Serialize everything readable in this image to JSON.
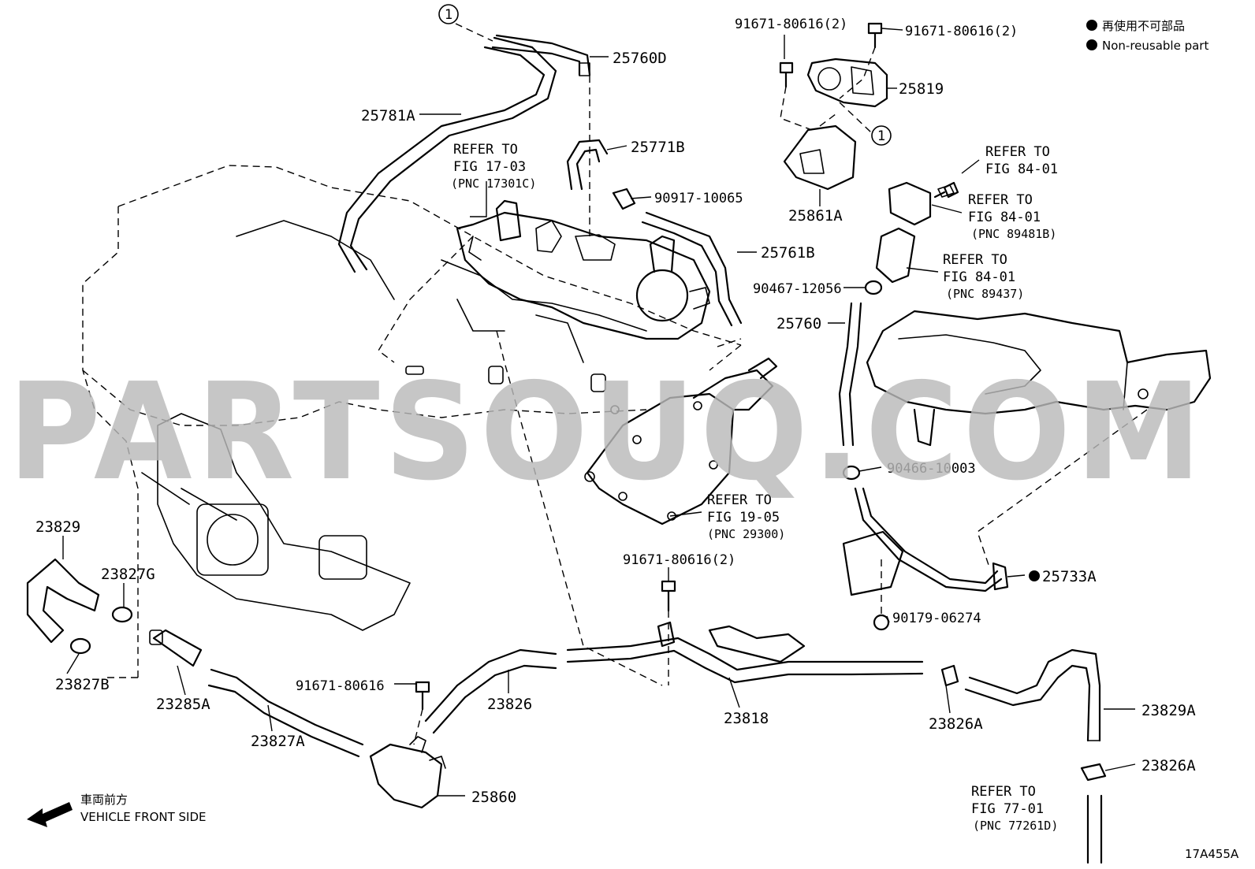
{
  "watermark": "PARTSOUQ.COM",
  "diagram_code": "17A455A",
  "legend": {
    "non_reusable_ja": "再使用不可部品",
    "non_reusable_en": "Non-reusable part"
  },
  "front": {
    "ja": "車両前方",
    "en": "VEHICLE FRONT SIDE"
  },
  "callout_circle": "1",
  "parts": {
    "p25760D": "25760D",
    "p25781A": "25781A",
    "p25771B": "25771B",
    "p90917": "90917-10065",
    "p25761B": "25761B",
    "p91671_a": "91671-80616(2)",
    "p91671_b": "91671-80616(2)",
    "p25819": "25819",
    "p25861A": "25861A",
    "p90467": "90467-12056",
    "p25760": "25760",
    "p90466": "90466-10003",
    "p25733A": "25733A",
    "p90179": "90179-06274",
    "p91671_c": "91671-80616(2)",
    "p23829": "23829",
    "p23827G": "23827G",
    "p23827B": "23827B",
    "p23285A": "23285A",
    "p23827A": "23827A",
    "p91671_d": "91671-80616",
    "p23826": "23826",
    "p23818": "23818",
    "p25860": "25860",
    "p23826A_a": "23826A",
    "p23829A": "23829A",
    "p23826A_b": "23826A"
  },
  "refs": {
    "r1703": {
      "l1": "REFER TO",
      "l2": "FIG 17-03",
      "l3": "(PNC 17301C)"
    },
    "r8401a": {
      "l1": "REFER TO",
      "l2": "FIG 84-01"
    },
    "r8401b": {
      "l1": "REFER TO",
      "l2": "FIG 84-01",
      "l3": "(PNC 89481B)"
    },
    "r8401c": {
      "l1": "REFER TO",
      "l2": "FIG 84-01",
      "l3": "(PNC 89437)"
    },
    "r1905": {
      "l1": "REFER TO",
      "l2": "FIG 19-05",
      "l3": "(PNC 29300)"
    },
    "r7701": {
      "l1": "REFER TO",
      "l2": "FIG 77-01",
      "l3": "(PNC 77261D)"
    }
  }
}
